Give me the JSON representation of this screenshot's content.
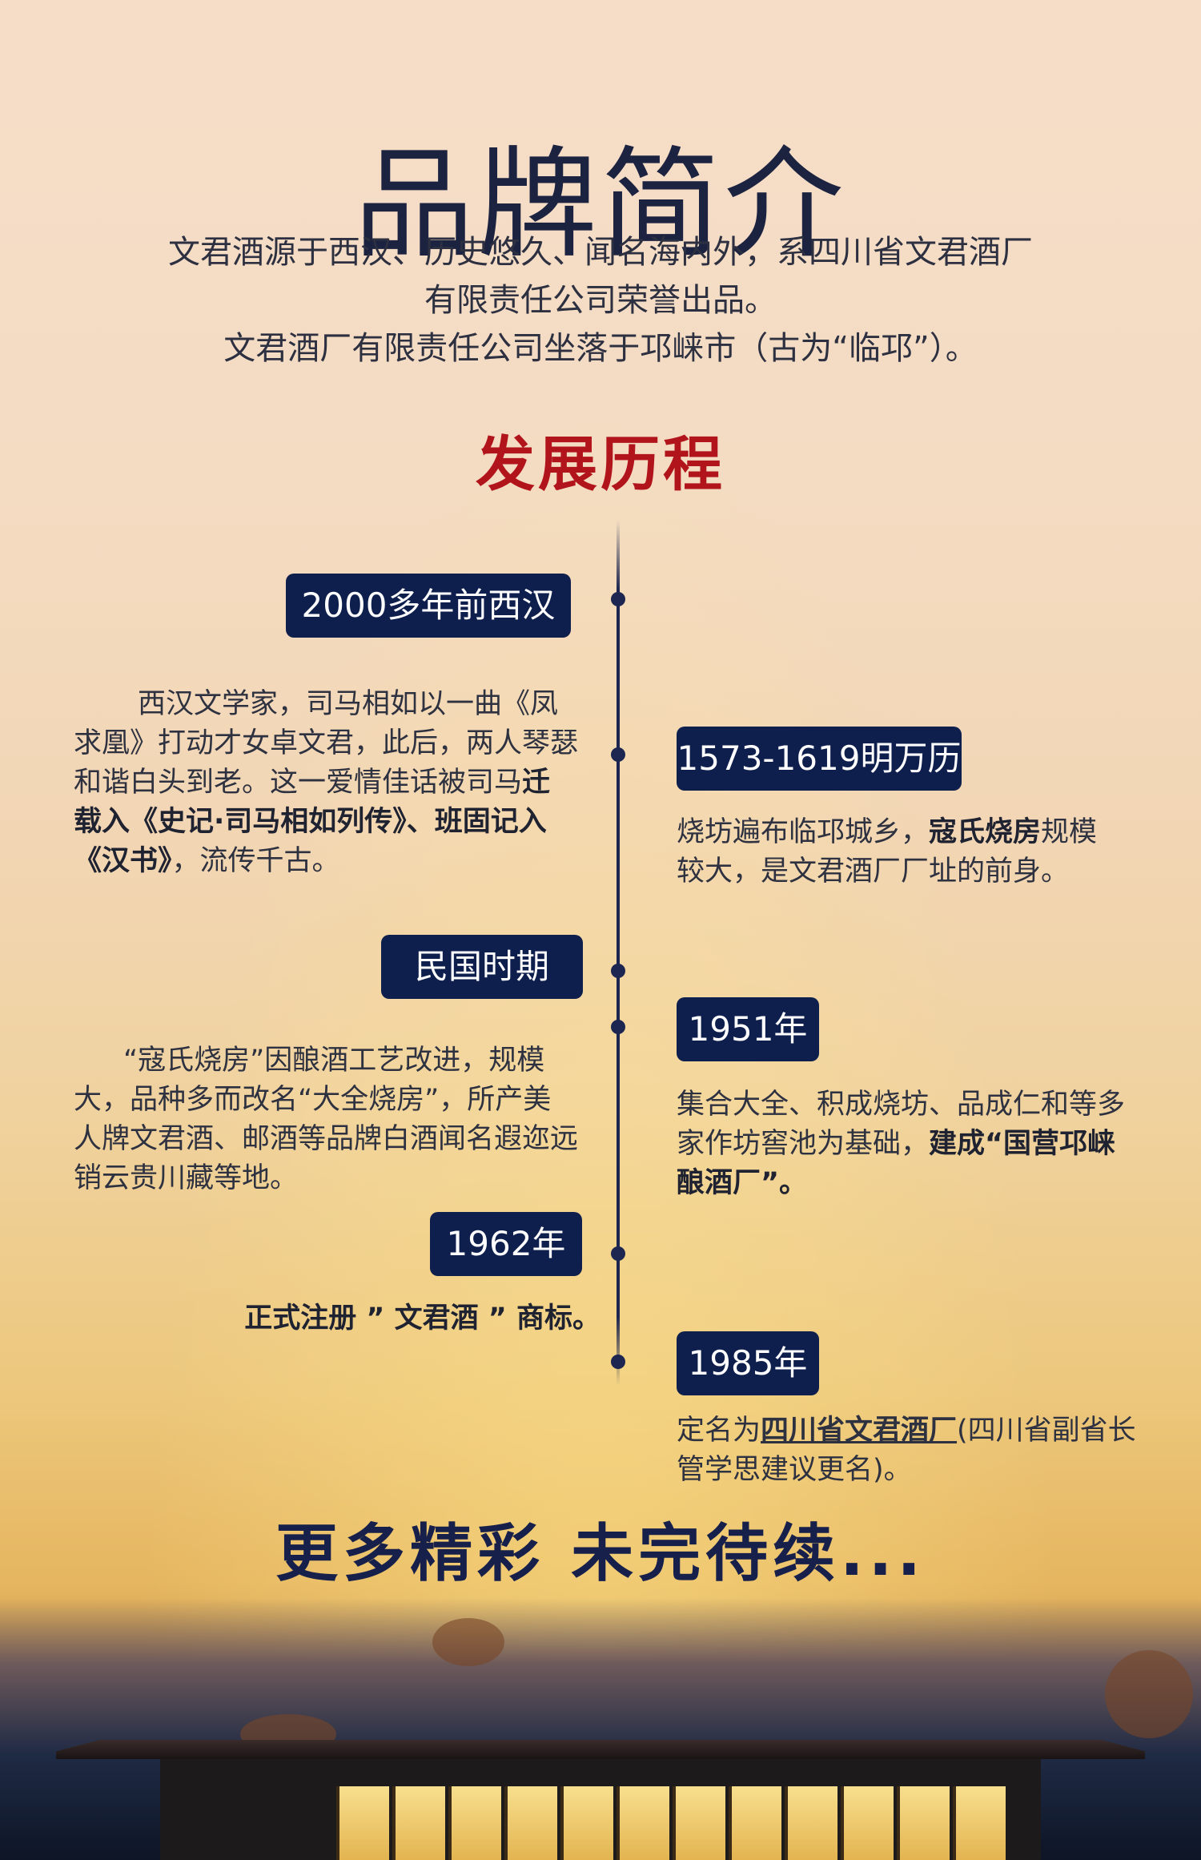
{
  "header": {
    "title": "品牌简介",
    "intro_lines": [
      "文君酒源于西汉、历史悠久、闻名海内外，系四川省文君酒厂",
      "有限责任公司荣誉出品。",
      "文君酒厂有限责任公司坐落于邛崃市（古为“临邛”）。"
    ]
  },
  "timeline": {
    "section_title": "发展历程",
    "events": {
      "e1": {
        "badge": "2000多年前西汉",
        "text_a": "西汉文学家，司马相如以一曲《凤求凰》打动才女卓文君，此后，两人琴瑟和谐白头到老。这一爱情佳话被司马",
        "text_bold": "迁载入《史记·司马相如列传》、班固记入《汉书》",
        "text_b": "，流传千古。"
      },
      "e2": {
        "badge": "1573-1619明万历",
        "text_a": "烧坊遍布临邛城乡，",
        "text_bold": "寇氏烧房",
        "text_b": "规模较大，是文君酒厂厂址的前身。"
      },
      "e3": {
        "badge": "民国时期",
        "text": "“寇氏烧房”因酿酒工艺改进，规模大，品种多而改名“大全烧房”，所产美人牌文君酒、邮酒等品牌白酒闻名遐迩远销云贵川藏等地。"
      },
      "e4": {
        "badge": "1951年",
        "text_a": "集合大全、积成烧坊、品成仁和等多家作坊窖池为基础，",
        "text_bold": "建成“国营邛崃酿酒厂”。"
      },
      "e5": {
        "badge": "1962年",
        "text": "正式注册 ” 文君酒 ” 商标。"
      },
      "e6": {
        "badge": "1985年",
        "text_a": "定名为",
        "text_underline": "四川省文君酒厂",
        "text_b": "(四川省副省长管学思建议更名)。"
      }
    }
  },
  "footer": {
    "more": "更多精彩  未完待续..."
  }
}
